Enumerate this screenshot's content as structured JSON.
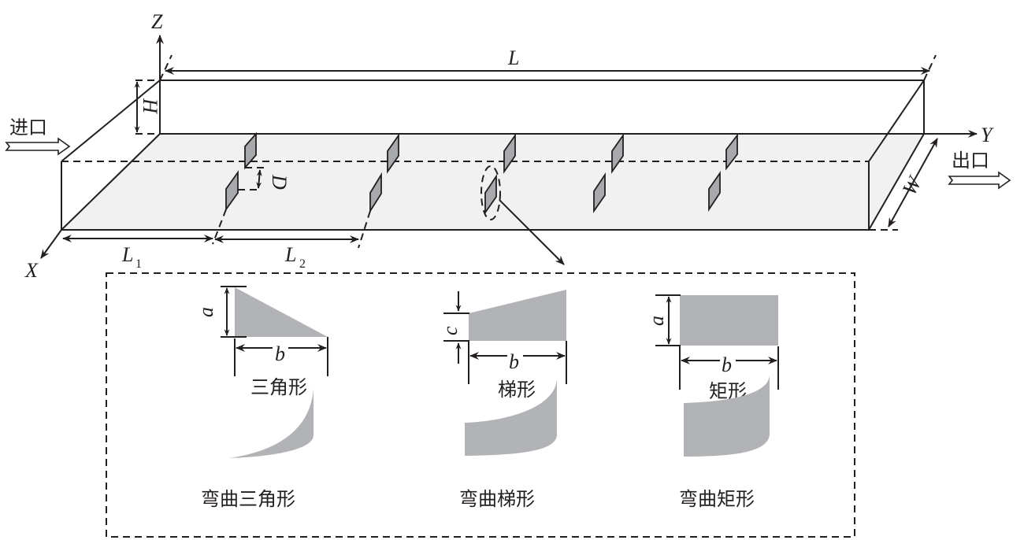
{
  "axes": {
    "x": "X",
    "y": "Y",
    "z": "Z"
  },
  "dimensions": {
    "length": "L",
    "height": "H",
    "width": "W",
    "spacing": "D",
    "l1": "L",
    "l1_sub": "1",
    "l2": "L",
    "l2_sub": "2"
  },
  "flow": {
    "inlet": "进口",
    "outlet": "出口"
  },
  "shapes": [
    {
      "name": "三角形",
      "curved_name": "弯曲三角形",
      "dims": [
        "a",
        "b"
      ]
    },
    {
      "name": "梯形",
      "curved_name": "弯曲梯形",
      "dims": [
        "c",
        "b"
      ]
    },
    {
      "name": "矩形",
      "curved_name": "弯曲矩形",
      "dims": [
        "a",
        "b"
      ]
    }
  ],
  "colors": {
    "floor": "#f1f1f2",
    "fin": "#a7a9ac",
    "shape": "#b1b3b6",
    "line": "#231f20"
  }
}
